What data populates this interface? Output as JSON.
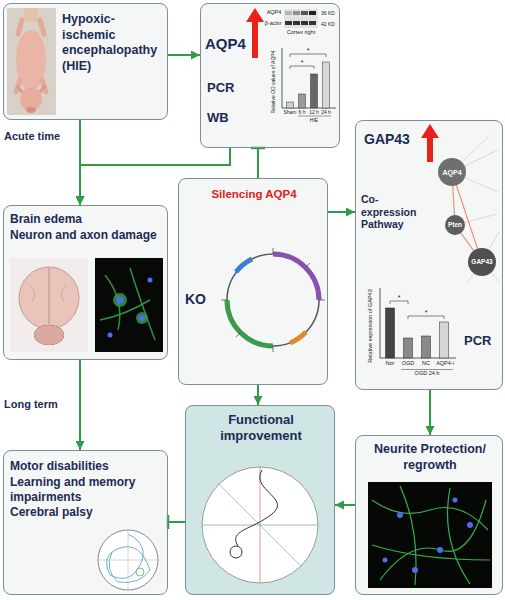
{
  "diagram": {
    "nodes": [
      {
        "text": [
          "Hypoxic-ischemic encephalopathy (HIE)"
        ]
      },
      {
        "text": [
          "AQP4",
          "PCR",
          "WB"
        ]
      },
      {
        "text": [
          "GAP43",
          "PCR"
        ]
      },
      {
        "text": [
          "Brain edema",
          "Neuron and axon damage"
        ]
      },
      {
        "text": [
          "Silencing AQP4",
          "KO"
        ]
      },
      {
        "text": [
          "Neurite Protection/ regrowth"
        ]
      },
      {
        "text": [
          "Motor disabilities",
          "Learning and memory impairments",
          "Cerebral palsy"
        ]
      },
      {
        "text": [
          "Functional improvement"
        ]
      }
    ],
    "edges": [
      {
        "from": 0,
        "to": 1,
        "arrow": "to"
      },
      {
        "from": 0,
        "to": 3,
        "label": "Acute time",
        "arrow": "to"
      },
      {
        "from": 1,
        "to": 3,
        "arrow": "to"
      },
      {
        "from": 3,
        "to": 6,
        "label": "Long term",
        "arrow": "to"
      },
      {
        "from": 4,
        "to": 1,
        "arrow": "to"
      },
      {
        "from": 4,
        "to": 2,
        "label": "Co-expression Pathway",
        "arrow": "to"
      },
      {
        "from": 4,
        "to": 7,
        "arrow": "to"
      },
      {
        "from": 2,
        "to": 5,
        "arrow": "to"
      },
      {
        "from": 5,
        "to": 7,
        "arrow": "to"
      },
      {
        "from": 7,
        "to": 6,
        "arrow": "to"
      }
    ],
    "labels": [
      "AQP4",
      "β-actin",
      "36 KD",
      "42 KD",
      "Cortex right",
      "*",
      "*",
      "Sham",
      "6 h",
      "12 h",
      "24 h",
      "HIE",
      "Relative OD values of AQP4",
      "AQP4",
      "Pten",
      "GAP43",
      "*",
      "*",
      "Nor",
      "OGD",
      "NC",
      "AQP4-i",
      "OGD 24 h",
      "Relative expression of GAP43"
    ]
  }
}
